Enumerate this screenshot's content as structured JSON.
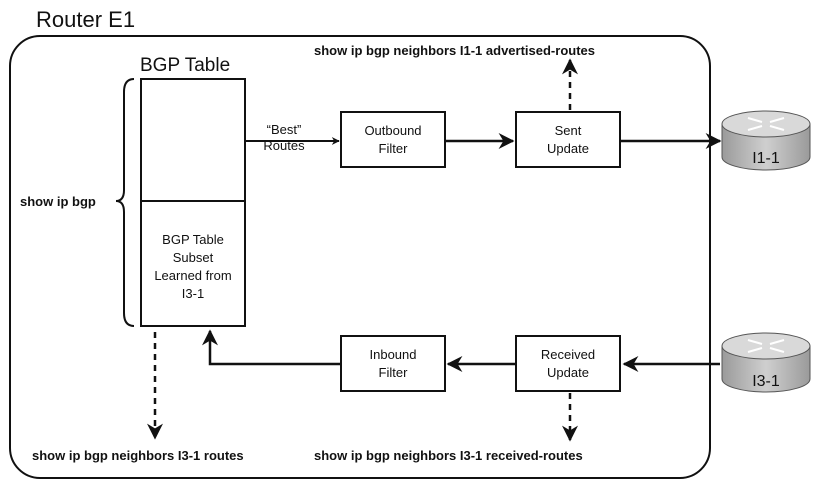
{
  "router_title": "Router E1",
  "bgp_table": {
    "title": "BGP Table",
    "subset_lines": [
      "BGP Table",
      "Subset",
      "Learned from",
      "I3-1"
    ]
  },
  "best_routes": [
    "“Best”",
    "Routes"
  ],
  "outbound_filter": [
    "Outbound",
    "Filter"
  ],
  "sent_update": [
    "Sent",
    "Update"
  ],
  "inbound_filter": [
    "Inbound",
    "Filter"
  ],
  "received_update": [
    "Received",
    "Update"
  ],
  "commands": {
    "show_ip_bgp": "show ip bgp",
    "advertised": "show ip bgp neighbors I1-1 advertised-routes",
    "routes": "show ip bgp neighbors I3-1 routes",
    "received": "show ip bgp neighbors I3-1 received-routes"
  },
  "routers": {
    "top": "I1-1",
    "bottom": "I3-1"
  },
  "colors": {
    "line": "#111111",
    "router_body": "#b3b3b3",
    "router_top": "#d6d6d6"
  }
}
